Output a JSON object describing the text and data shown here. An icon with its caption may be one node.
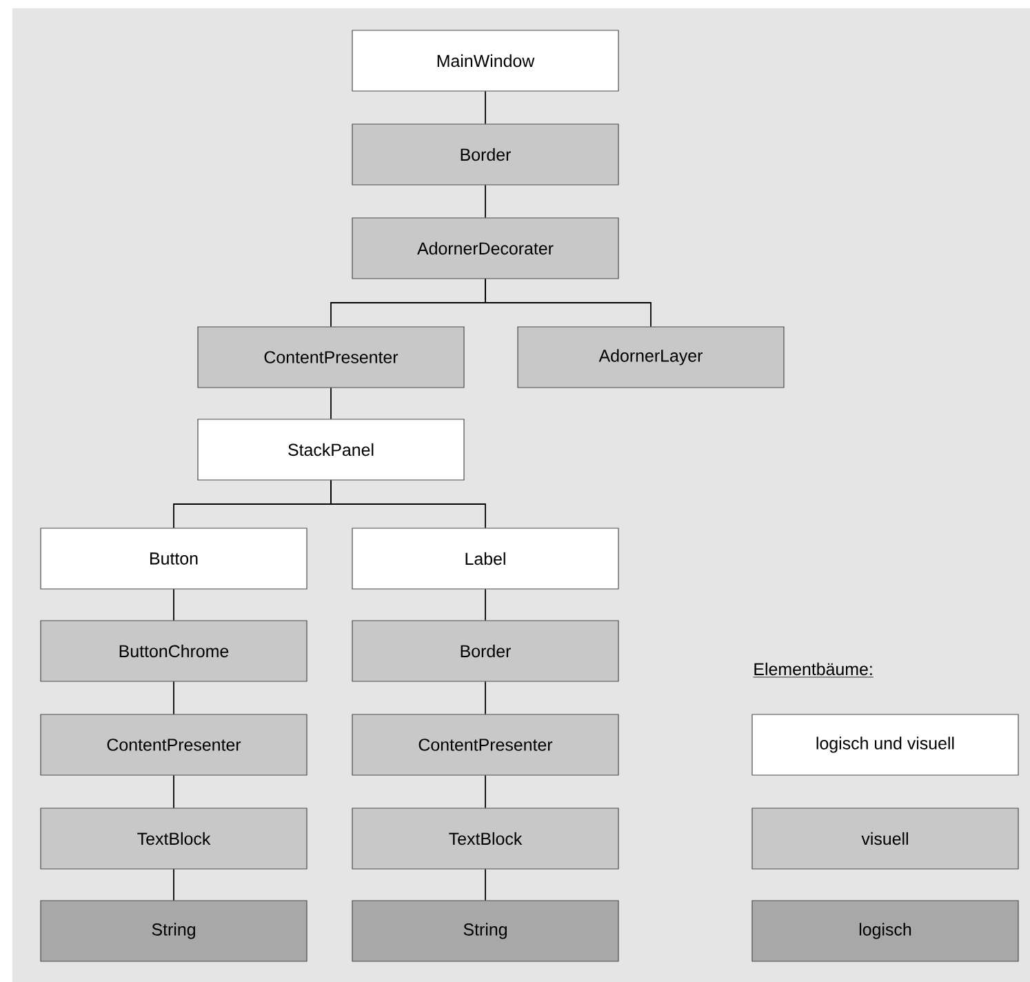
{
  "diagram": {
    "nodes": [
      {
        "text": [
          "MainWindow"
        ]
      },
      {
        "text": [
          "Border"
        ]
      },
      {
        "text": [
          "AdornerDecorater"
        ]
      },
      {
        "text": [
          "ContentPresenter"
        ]
      },
      {
        "text": [
          "AdornerLayer"
        ]
      },
      {
        "text": [
          "StackPanel"
        ]
      },
      {
        "text": [
          "Button"
        ]
      },
      {
        "text": [
          "Label"
        ]
      },
      {
        "text": [
          "ButtonChrome"
        ]
      },
      {
        "text": [
          "Border"
        ]
      },
      {
        "text": [
          "ContentPresenter"
        ]
      },
      {
        "text": [
          "ContentPresenter"
        ]
      },
      {
        "text": [
          "TextBlock"
        ]
      },
      {
        "text": [
          "TextBlock"
        ]
      },
      {
        "text": [
          "String"
        ]
      },
      {
        "text": [
          "String"
        ]
      }
    ],
    "edges": [
      {
        "from": 0,
        "to": 1,
        "arrow": "none"
      },
      {
        "from": 1,
        "to": 2,
        "arrow": "none"
      },
      {
        "from": 2,
        "to": 3,
        "arrow": "none"
      },
      {
        "from": 2,
        "to": 4,
        "arrow": "none"
      },
      {
        "from": 3,
        "to": 5,
        "arrow": "none"
      },
      {
        "from": 5,
        "to": 6,
        "arrow": "none"
      },
      {
        "from": 5,
        "to": 7,
        "arrow": "none"
      },
      {
        "from": 6,
        "to": 8,
        "arrow": "none"
      },
      {
        "from": 8,
        "to": 10,
        "arrow": "none"
      },
      {
        "from": 10,
        "to": 12,
        "arrow": "none"
      },
      {
        "from": 12,
        "to": 14,
        "arrow": "none"
      },
      {
        "from": 7,
        "to": 9,
        "arrow": "none"
      },
      {
        "from": 9,
        "to": 11,
        "arrow": "none"
      },
      {
        "from": 11,
        "to": 13,
        "arrow": "none"
      },
      {
        "from": 13,
        "to": 15,
        "arrow": "none"
      }
    ],
    "labels": [
      "Elementbäume:"
    ],
    "legend": [
      {
        "text": "logisch und visuell",
        "color": "#ffffff"
      },
      {
        "text": "visuell",
        "color": "#c8c8c8"
      },
      {
        "text": "logisch",
        "color": "#a8a8a8"
      }
    ]
  }
}
